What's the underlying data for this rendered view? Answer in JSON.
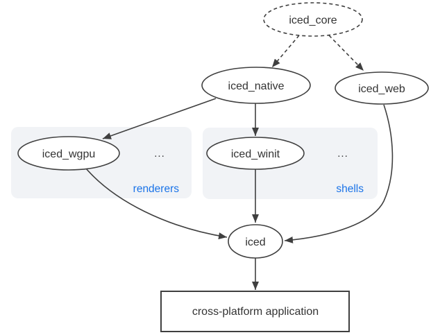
{
  "diagram": {
    "nodes": {
      "iced_core": "iced_core",
      "iced_native": "iced_native",
      "iced_web": "iced_web",
      "iced_wgpu": "iced_wgpu",
      "iced_winit": "iced_winit",
      "iced": "iced",
      "application": "cross-platform application"
    },
    "groups": {
      "renderers": {
        "label": "renderers",
        "ellipsis": "..."
      },
      "shells": {
        "label": "shells",
        "ellipsis": "..."
      }
    },
    "colors": {
      "stroke": "#3f3f3f",
      "text": "#333333",
      "accent": "#1a73e8",
      "group_fill": "#f1f3f6",
      "background": "#ffffff"
    }
  }
}
